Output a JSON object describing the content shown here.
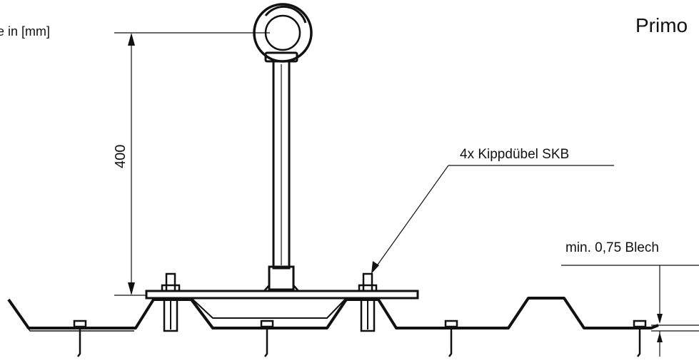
{
  "labels": {
    "units_note": "e in [mm]",
    "title": "Primo",
    "anchor_callout": "4x Kippdübel SKB",
    "sheet_callout": "min. 0,75 Blech",
    "height_dimension": "400"
  },
  "colors": {
    "line": "#111111",
    "background": "#ffffff"
  }
}
